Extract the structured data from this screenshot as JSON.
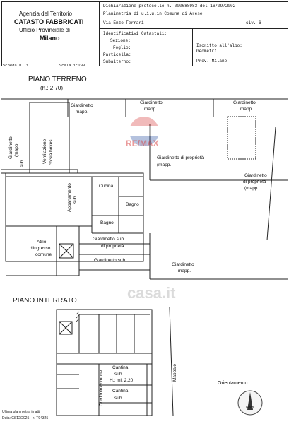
{
  "header": {
    "agency": "Agenzia del Territorio",
    "catasto": "CATASTO FABBRICATI",
    "office": "Ufficio Provinciale di",
    "city": "Milano",
    "declaration": "Dichiarazione protocollo n. 000688983 del 16/09/2002",
    "planimetry": "Planimetria di u.i.u.in Comune di Arese",
    "street": "Via Enzo Ferrari",
    "civ": "civ. 6",
    "identifiers_label": "Identificativi Catastali:",
    "sezione": "Sezione:",
    "foglio": "Foglio:",
    "particella": "Particella:",
    "subalterno": "Subalterno:",
    "registered": "Iscritto all'albo:",
    "profession": "Geometri",
    "province": "Prov. Milano",
    "scheda": "Scheda n. 1",
    "scala": "Scala 1:200"
  },
  "ground_floor": {
    "title": "PIANO TERRENO",
    "height": "(h.: 2.70)",
    "giardinetto_mapp_1": "Giardinetto",
    "giardinetto_mapp_1b": "mapp.",
    "giardinetto_mapp_2": "Giardinetto",
    "giardinetto_mapp_2b": "mapp.",
    "giardinetto_mapp_3": "Giardinetto",
    "giardinetto_mapp_3b": "mapp.",
    "giardinetto_left": "Giardinetto",
    "giardinetto_left_b": "(mapp.",
    "giardinetto_left_c": "sub.",
    "ventilazione": "Ventilazione",
    "corsia": "corsia boxes",
    "giardinetto_prop_1": "Giardinetto di proprietà",
    "giardinetto_prop_1b": "(mapp.",
    "giardinetto_prop_2": "Giardinetto",
    "giardinetto_prop_2b": "di proprietà",
    "giardinetto_prop_2c": "(mapp.",
    "cucina": "Cucina",
    "bagno_1": "Bagno",
    "bagno_2": "Bagno",
    "appartamento": "Appartamento",
    "appartamento_sub": "sub.",
    "atrio": "Atrio",
    "ingresso": "d'ingresso",
    "comune": "comune",
    "giardinetto_sub_prop": "Giardinetto sub.",
    "giardinetto_sub_prop_b": "di proprietà",
    "giardinetto_sub": "Giardinetto sub.",
    "giardinetto_bottom": "Giardinetto",
    "giardinetto_bottom_b": "mapp."
  },
  "basement": {
    "title": "PIANO INTERRATO",
    "cantina_1": "Cantina",
    "cantina_1b": "sub.",
    "cantina_h": "H.: ml. 2.20",
    "cantina_2": "Cantina",
    "cantina_2b": "sub.",
    "corridoio": "Corridoio comune",
    "mappale": "Mappale",
    "orientamento": "Orientamento",
    "nord": "Nord"
  },
  "footer": {
    "ultima": "Ultima planimetria in atti",
    "data": "Data: 03/12/2025 - n. T94325"
  },
  "watermarks": {
    "remax": "RE/MAX",
    "casa": "casa.it"
  },
  "colors": {
    "remax_red": "#d63a3a",
    "remax_blue": "#2a4fa0",
    "watermark_grey": "#cfcfcf"
  }
}
